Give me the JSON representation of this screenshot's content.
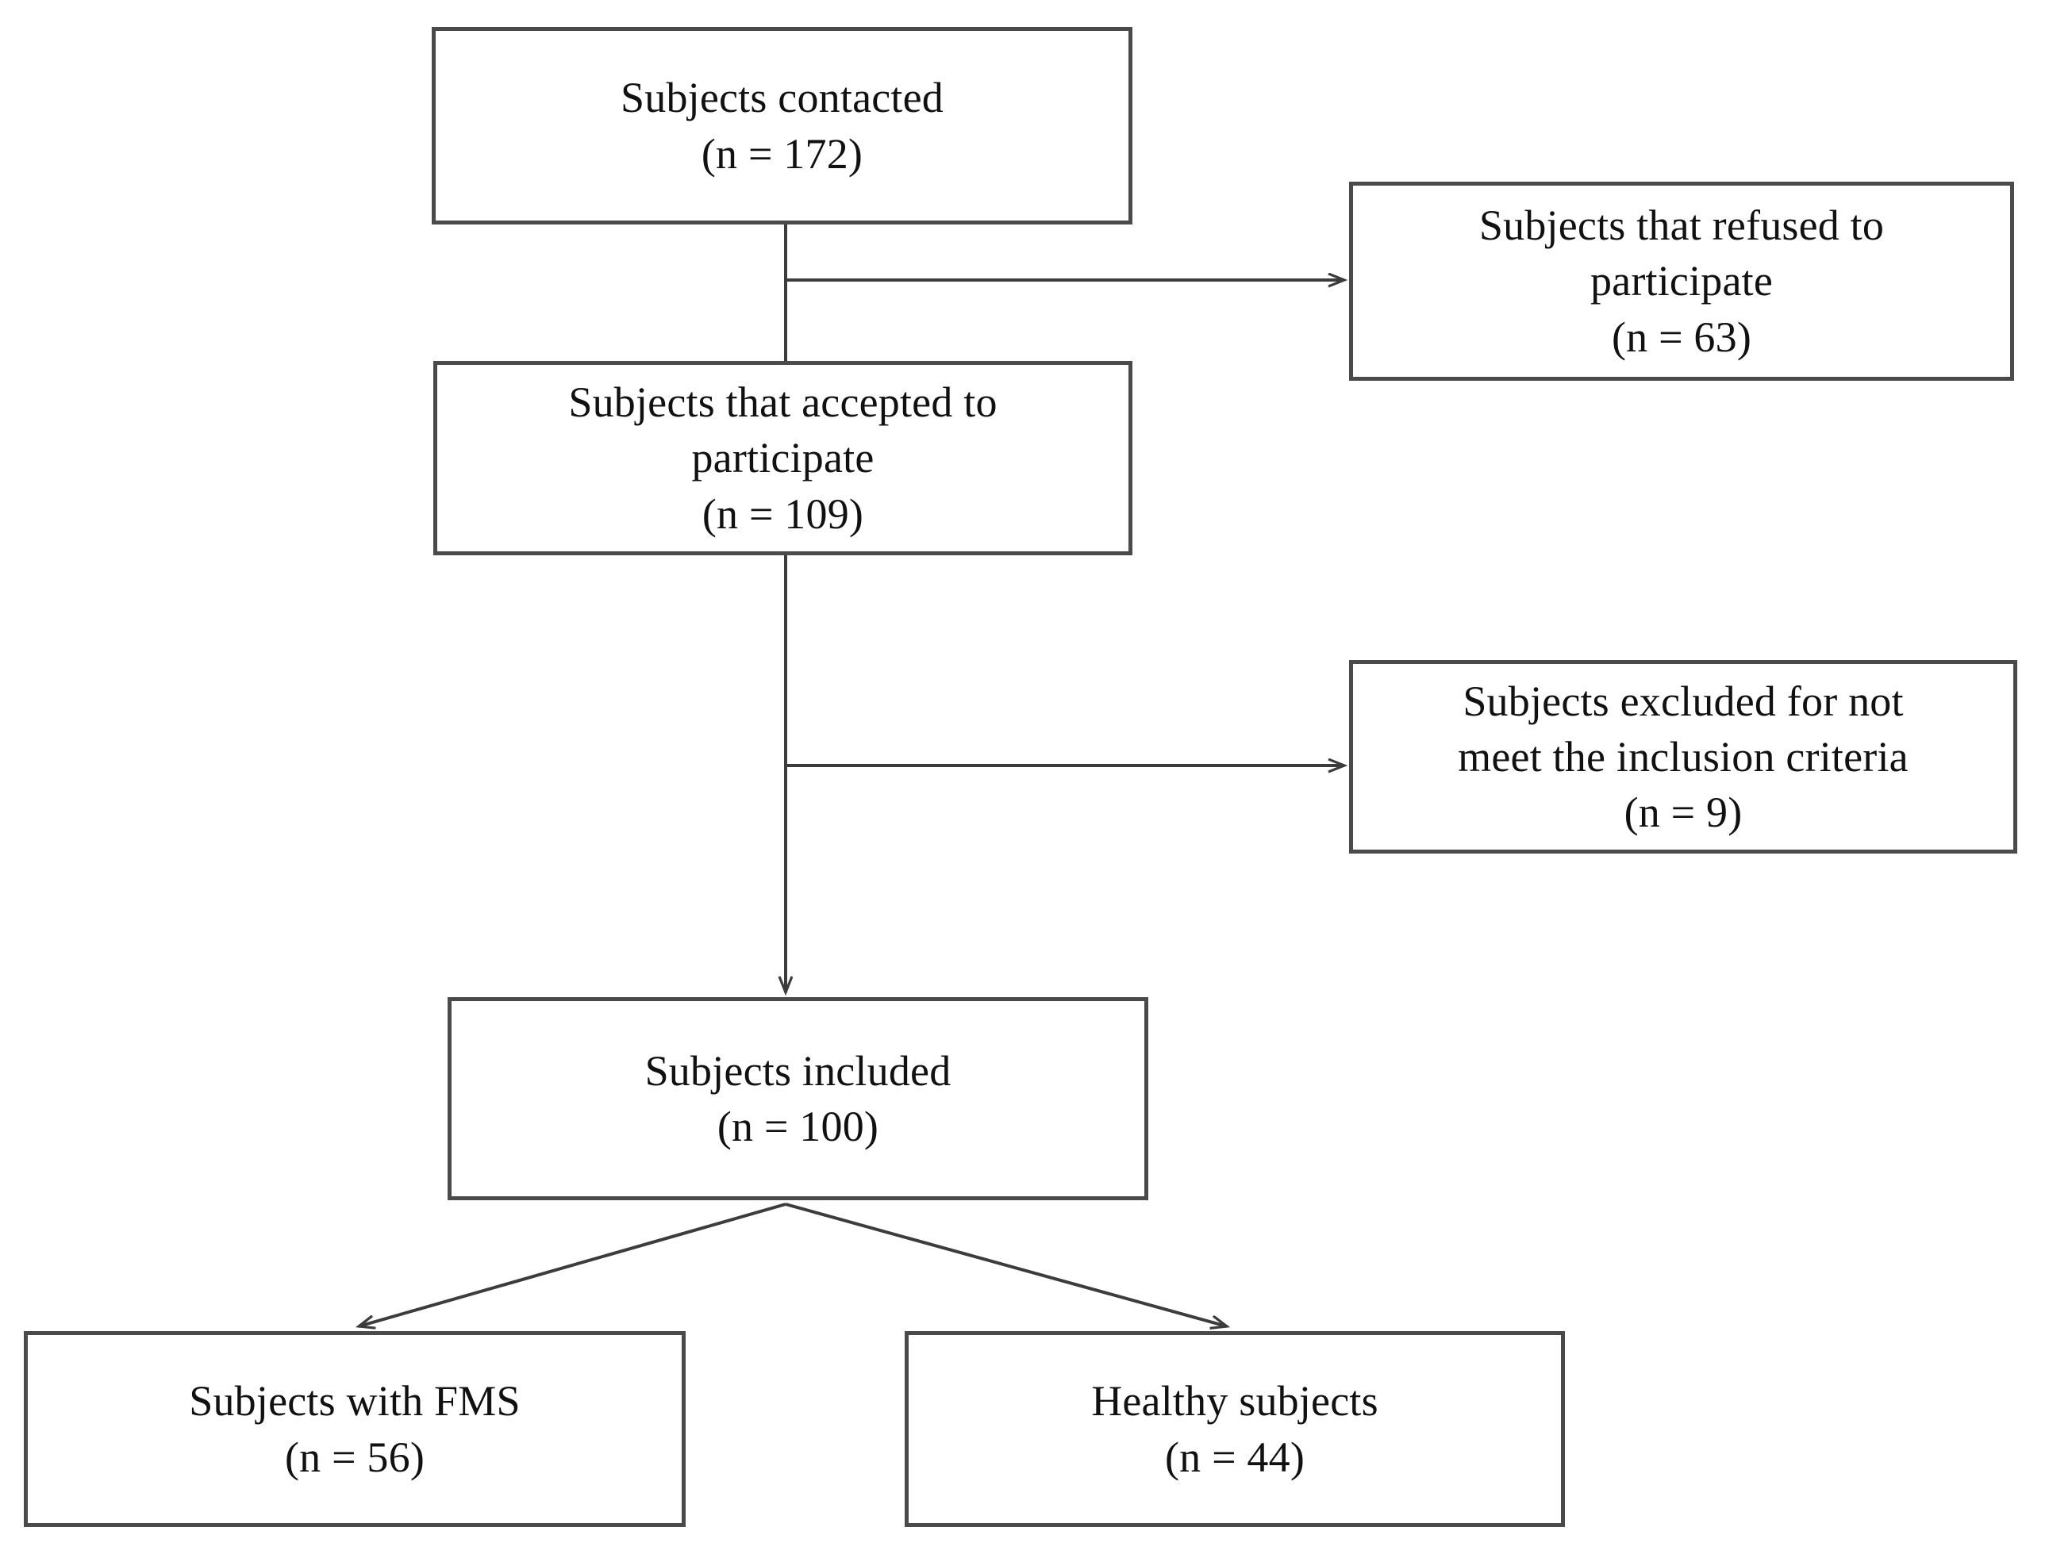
{
  "diagram": {
    "type": "study-participant-flow-chart",
    "title": "",
    "colors": {
      "box_border": "#4a4a4a",
      "connector": "#3c3c3c",
      "background": "#ffffff",
      "text": "#111111"
    },
    "nodes": [
      {
        "id": "contacted",
        "name": "subjects-contacted-box",
        "lines": [
          "Subjects contacted",
          "(n = 172)"
        ],
        "label": "Subjects contacted",
        "count_text": "(n = 172)",
        "count": 172
      },
      {
        "id": "refused",
        "name": "subjects-refused-box",
        "lines": [
          "Subjects that refused to",
          "participate",
          "(n = 63)"
        ],
        "label": "Subjects that refused to participate",
        "count_text": "(n = 63)",
        "count": 63
      },
      {
        "id": "accepted",
        "name": "subjects-accepted-box",
        "lines": [
          "Subjects that accepted to",
          "participate",
          "(n = 109)"
        ],
        "label": "Subjects that accepted to participate",
        "count_text": "(n = 109)",
        "count": 109
      },
      {
        "id": "excluded",
        "name": "subjects-excluded-box",
        "lines": [
          "Subjects excluded for not",
          "meet the inclusion  criteria",
          "(n = 9)"
        ],
        "label": "Subjects excluded for not meet the inclusion criteria",
        "count_text": "(n = 9)",
        "count": 9
      },
      {
        "id": "included",
        "name": "subjects-included-box",
        "lines": [
          "Subjects included",
          "(n = 100)"
        ],
        "label": "Subjects included",
        "count_text": "(n = 100)",
        "count": 100
      },
      {
        "id": "fms",
        "name": "subjects-with-fms-box",
        "lines": [
          "Subjects with  FMS",
          "(n = 56)"
        ],
        "label": "Subjects with FMS",
        "count_text": "(n = 56)",
        "count": 56
      },
      {
        "id": "healthy",
        "name": "healthy-subjects-box",
        "lines": [
          "Healthy  subjects",
          "(n = 44)"
        ],
        "label": "Healthy subjects",
        "count_text": "(n = 44)",
        "count": 44
      }
    ],
    "edges": [
      {
        "from": "contacted",
        "to": "refused",
        "style": "elbow-right-arrow"
      },
      {
        "from": "contacted",
        "to": "accepted",
        "style": "vertical-plain"
      },
      {
        "from": "accepted",
        "to": "excluded",
        "style": "elbow-right-arrow"
      },
      {
        "from": "accepted",
        "to": "included",
        "style": "vertical-arrow"
      },
      {
        "from": "included",
        "to": "fms",
        "style": "diagonal-arrow-left"
      },
      {
        "from": "included",
        "to": "healthy",
        "style": "diagonal-arrow-right"
      }
    ]
  }
}
